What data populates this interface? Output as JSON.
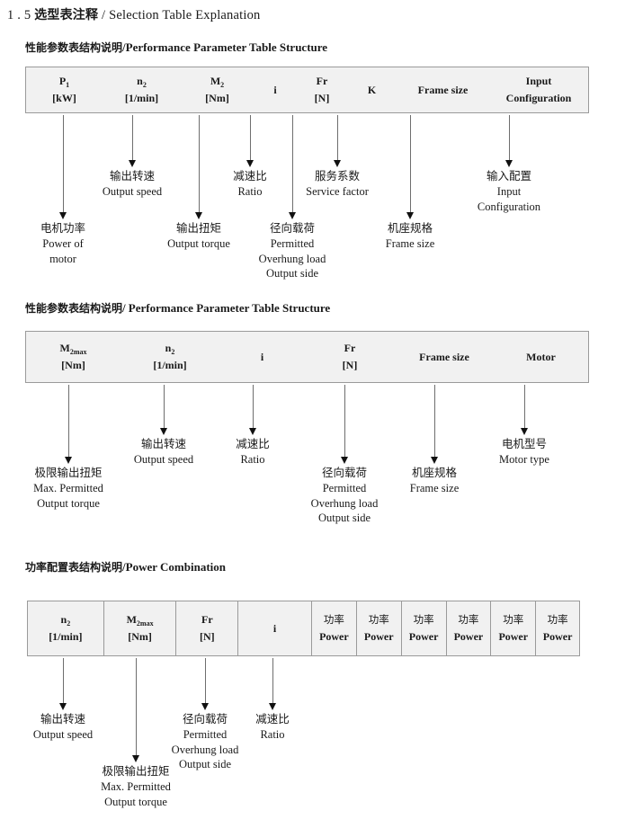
{
  "title": {
    "number": "1 . 5",
    "cn": "选型表注释",
    "sep": "/",
    "en": "Selection Table Explanation"
  },
  "sections": [
    {
      "heading": {
        "cn": "性能参数表结构说明",
        "sep": "/",
        "en": "Performance Parameter Table Structure"
      },
      "table": {
        "columns": [
          {
            "sym": "P",
            "sub": "1",
            "unit": "[kW]"
          },
          {
            "sym": "n",
            "sub": "2",
            "unit": "[1/min]"
          },
          {
            "sym": "M",
            "sub": "2",
            "unit": "[Nm]"
          },
          {
            "sym": "i",
            "sub": "",
            "unit": ""
          },
          {
            "sym": "Fr",
            "sub": "",
            "unit": "[N]"
          },
          {
            "sym": "K",
            "sub": "",
            "unit": ""
          },
          {
            "sym": "Frame size",
            "sub": "",
            "unit": ""
          },
          {
            "sym": "Input",
            "sub": "",
            "unit": "Configuration"
          }
        ]
      },
      "annotations": [
        {
          "cn": "电机功率",
          "en1": "Power of",
          "en2": "motor",
          "en3": "",
          "en4": ""
        },
        {
          "cn": "输出转速",
          "en1": "Output speed",
          "en2": "",
          "en3": "",
          "en4": ""
        },
        {
          "cn": "输出扭矩",
          "en1": "Output torque",
          "en2": "",
          "en3": "",
          "en4": ""
        },
        {
          "cn": "减速比",
          "en1": "Ratio",
          "en2": "",
          "en3": "",
          "en4": ""
        },
        {
          "cn": "径向载荷",
          "en1": "Permitted",
          "en2": "Overhung load",
          "en3": "Output side",
          "en4": ""
        },
        {
          "cn": "服务系数",
          "en1": "Service factor",
          "en2": "",
          "en3": "",
          "en4": ""
        },
        {
          "cn": "机座规格",
          "en1": "Frame size",
          "en2": "",
          "en3": "",
          "en4": ""
        },
        {
          "cn": "输入配置",
          "en1": "Input",
          "en2": "Configuration",
          "en3": "",
          "en4": ""
        }
      ]
    },
    {
      "heading": {
        "cn": "性能参数表结构说明",
        "sep": "/",
        "en": "Performance Parameter Table Structure"
      },
      "table": {
        "columns": [
          {
            "sym": "M",
            "sub": "2max",
            "unit": "[Nm]"
          },
          {
            "sym": "n",
            "sub": "2",
            "unit": "[1/min]"
          },
          {
            "sym": "i",
            "sub": "",
            "unit": ""
          },
          {
            "sym": "Fr",
            "sub": "",
            "unit": "[N]"
          },
          {
            "sym": "Frame size",
            "sub": "",
            "unit": ""
          },
          {
            "sym": "Motor",
            "sub": "",
            "unit": ""
          }
        ]
      },
      "annotations": [
        {
          "cn": "极限输出扭矩",
          "en1": "Max. Permitted",
          "en2": "Output  torque",
          "en3": "",
          "en4": ""
        },
        {
          "cn": "输出转速",
          "en1": "Output speed",
          "en2": "",
          "en3": "",
          "en4": ""
        },
        {
          "cn": "减速比",
          "en1": "Ratio",
          "en2": "",
          "en3": "",
          "en4": ""
        },
        {
          "cn": "径向载荷",
          "en1": "Permitted",
          "en2": "Overhung load",
          "en3": "Output side",
          "en4": ""
        },
        {
          "cn": "机座规格",
          "en1": "Frame size",
          "en2": "",
          "en3": "",
          "en4": ""
        },
        {
          "cn": "电机型号",
          "en1": "Motor type",
          "en2": "",
          "en3": "",
          "en4": ""
        }
      ]
    },
    {
      "heading": {
        "cn": "功率配置表结构说明",
        "sep": "/",
        "en": "Power Combination"
      },
      "table": {
        "columns": [
          {
            "sym": "n",
            "sub": "2",
            "unit": "[1/min]"
          },
          {
            "sym": "M",
            "sub": "2max",
            "unit": "[Nm]"
          },
          {
            "sym": "Fr",
            "sub": "",
            "unit": "[N]"
          },
          {
            "sym": "i",
            "sub": "",
            "unit": ""
          },
          {
            "sym": "功率",
            "sub": "",
            "unit": "Power"
          },
          {
            "sym": "功率",
            "sub": "",
            "unit": "Power"
          },
          {
            "sym": "功率",
            "sub": "",
            "unit": "Power"
          },
          {
            "sym": "功率",
            "sub": "",
            "unit": "Power"
          },
          {
            "sym": "功率",
            "sub": "",
            "unit": "Power"
          },
          {
            "sym": "功率",
            "sub": "",
            "unit": "Power"
          }
        ]
      },
      "annotations": [
        {
          "cn": "输出转速",
          "en1": "Output speed",
          "en2": "",
          "en3": "",
          "en4": ""
        },
        {
          "cn": "极限输出扭矩",
          "en1": "Max. Permitted",
          "en2": "Output  torque",
          "en3": "",
          "en4": ""
        },
        {
          "cn": "径向载荷",
          "en1": "Permitted",
          "en2": "Overhung load",
          "en3": "Output side",
          "en4": ""
        },
        {
          "cn": "减速比",
          "en1": "Ratio",
          "en2": "",
          "en3": "",
          "en4": ""
        }
      ]
    }
  ],
  "colors": {
    "table_fill": "#f1f1f1",
    "table_border": "#9a9a9a",
    "connector": "#6e6e6e",
    "arrowhead": "#111111",
    "text": "#1a1a1a"
  }
}
